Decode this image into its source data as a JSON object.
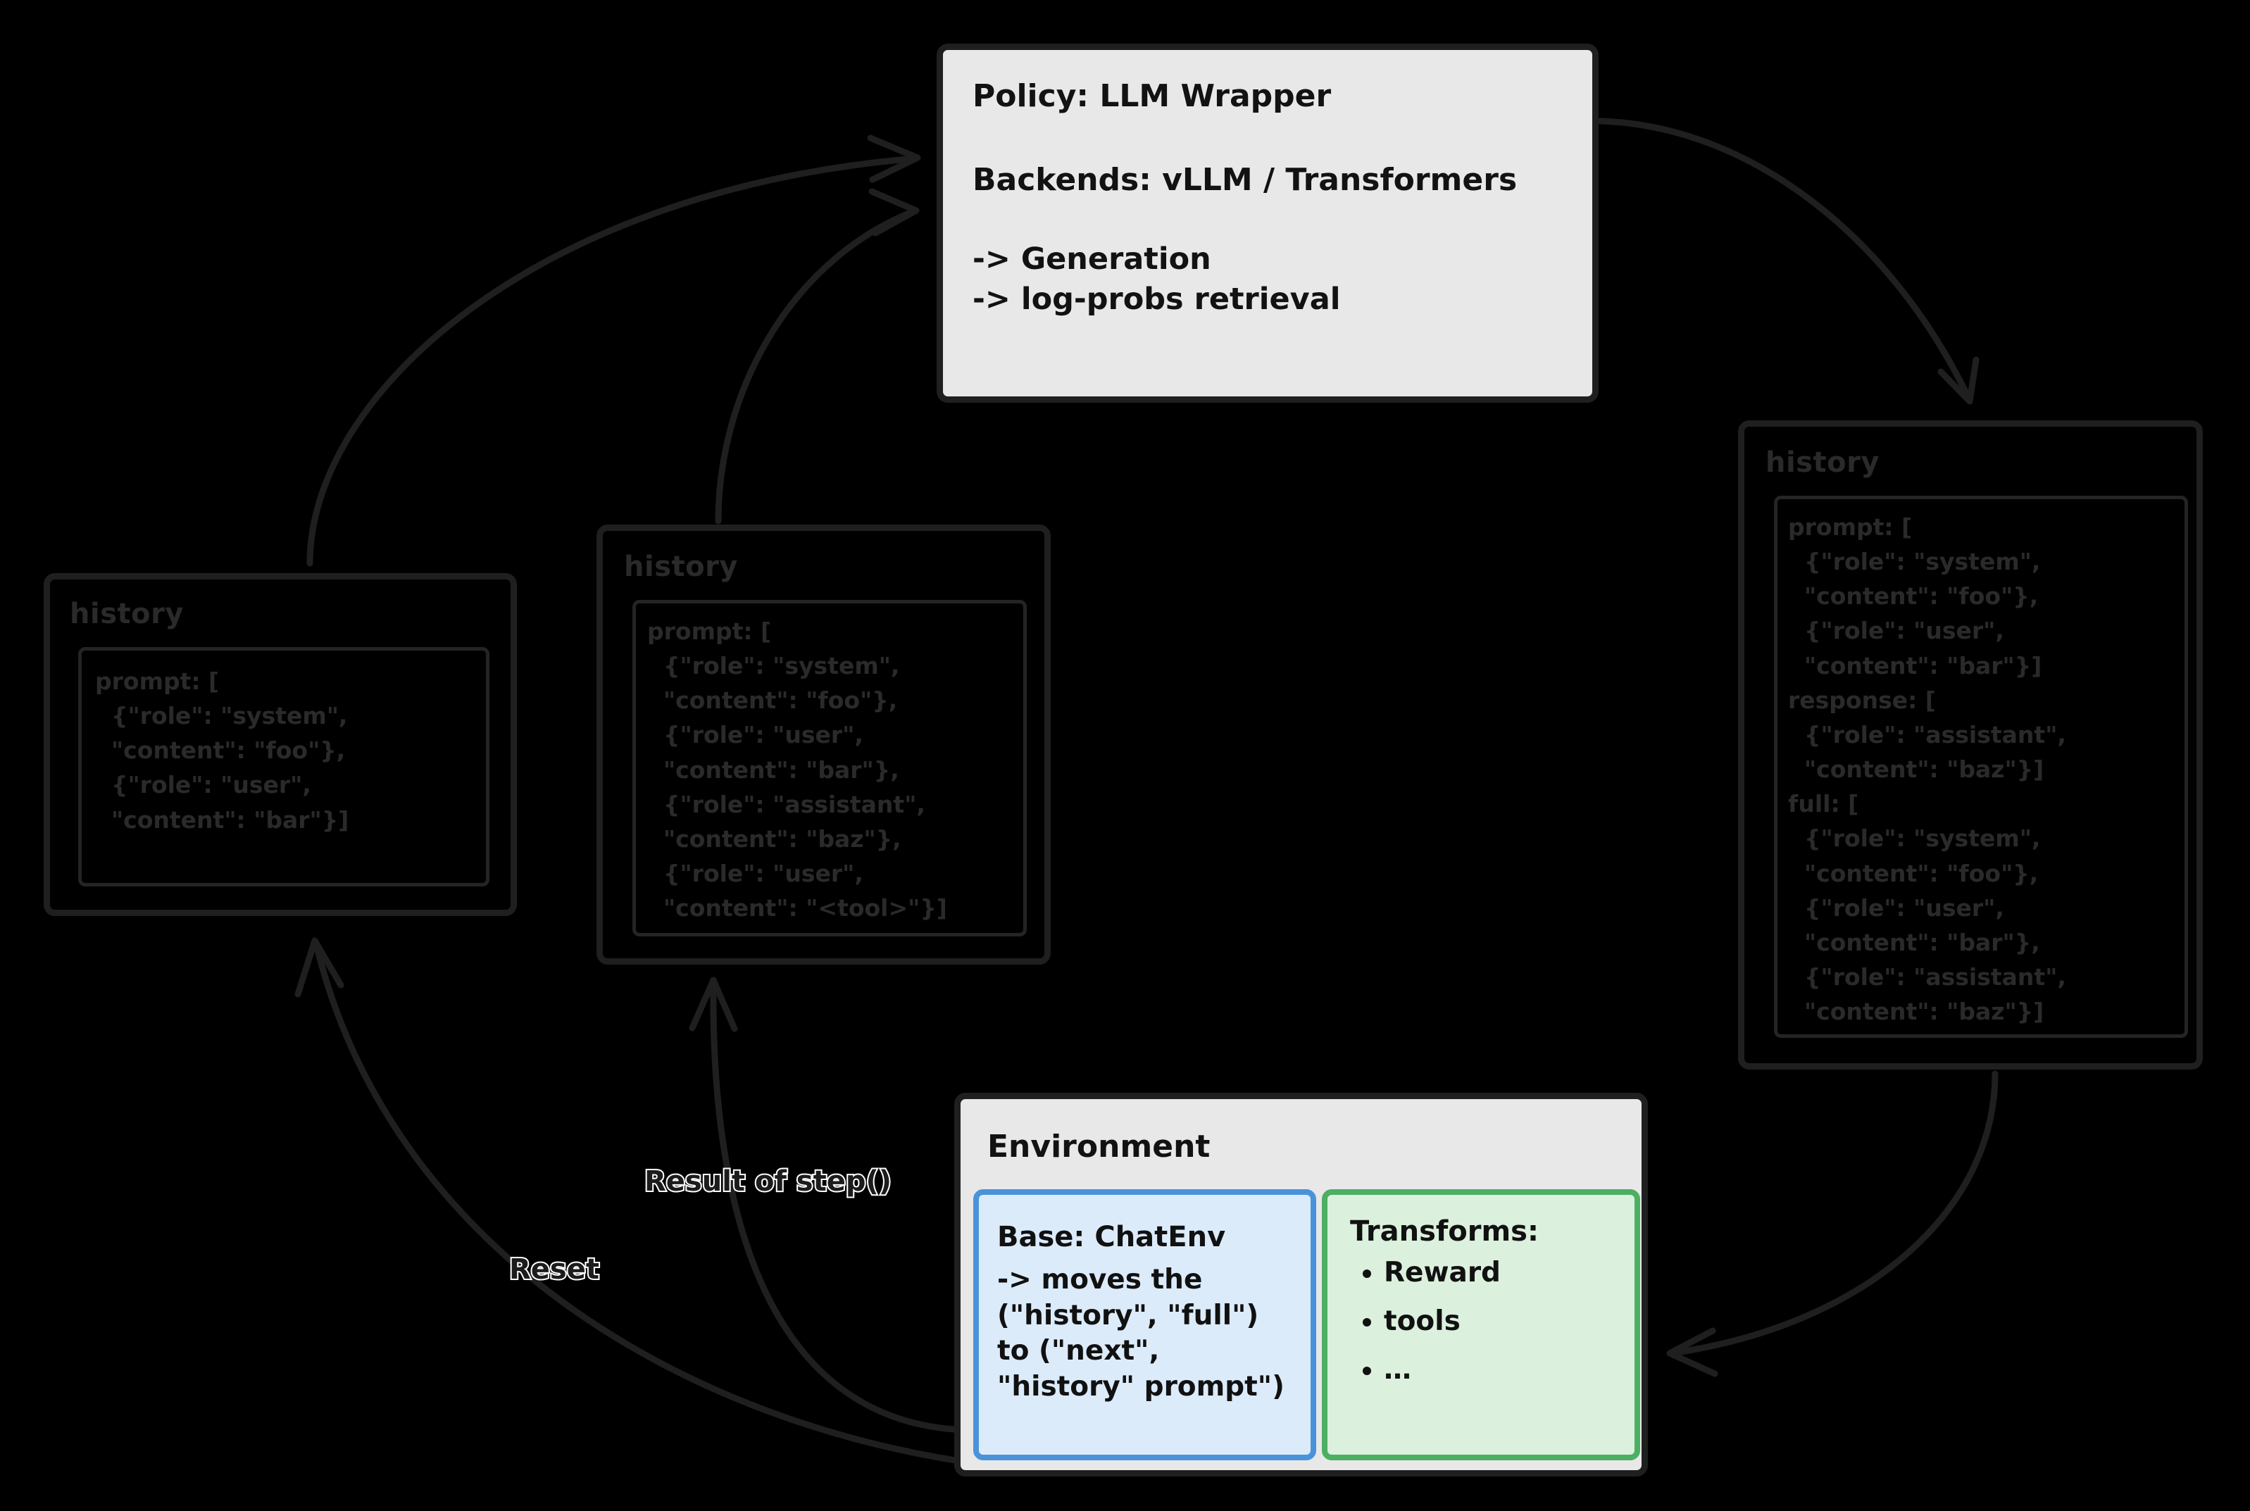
{
  "policy": {
    "title": "Policy: LLM Wrapper",
    "backends": "Backends: vLLM / Transformers",
    "bullets": [
      "-> Generation",
      "-> log-probs retrieval"
    ]
  },
  "environment": {
    "title": "Environment",
    "base": {
      "heading": "Base: ChatEnv",
      "body": "-> moves the\n(\"history\", \"full\")\nto (\"next\",\n\"history\" prompt\")"
    },
    "transforms": {
      "heading": "Transforms:",
      "items": [
        "Reward",
        "tools",
        "…"
      ]
    }
  },
  "history_left": {
    "title": "history",
    "code": "prompt: [\n  {\"role\": \"system\",\n  \"content\": \"foo\"},\n  {\"role\": \"user\",\n  \"content\": \"bar\"}]"
  },
  "history_mid": {
    "title": "history",
    "code": "prompt: [\n  {\"role\": \"system\",\n  \"content\": \"foo\"},\n  {\"role\": \"user\",\n  \"content\": \"bar\"},\n  {\"role\": \"assistant\",\n  \"content\": \"baz\"},\n  {\"role\": \"user\",\n  \"content\": \"<tool>\"}]"
  },
  "history_right": {
    "title": "history",
    "code": "prompt: [\n  {\"role\": \"system\",\n  \"content\": \"foo\"},\n  {\"role\": \"user\",\n  \"content\": \"bar\"}]\nresponse: [\n  {\"role\": \"assistant\",\n  \"content\": \"baz\"}]\nfull: [\n  {\"role\": \"system\",\n  \"content\": \"foo\"},\n  {\"role\": \"user\",\n  \"content\": \"bar\"},\n  {\"role\": \"assistant\",\n  \"content\": \"baz\"}]"
  },
  "edges": {
    "step_label": "Result of step()",
    "reset_label": "Reset"
  },
  "colors": {
    "background": "#000000",
    "stroke": "#1f1f1f",
    "panel_fill": "#e8e8e8",
    "blue_border": "#4a93db",
    "blue_fill": "#dcebfa",
    "green_border": "#4caf62",
    "green_fill": "#dbf0dd"
  }
}
